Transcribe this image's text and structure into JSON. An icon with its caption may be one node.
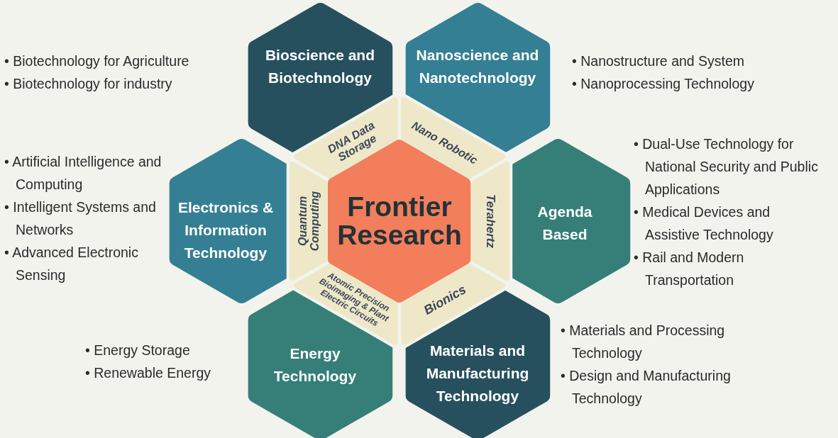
{
  "diagram": {
    "nodes": [
      {
        "text": [
          "Bioscience and Biotechnology"
        ],
        "beside": [
          "• Biotechnology for Agriculture",
          "• Biotechnology for industry"
        ]
      },
      {
        "text": [
          "Nanoscience and Nanotechnology"
        ],
        "beside": [
          "• Nanostructure and System",
          "• Nanoprocessing Technology"
        ]
      },
      {
        "text": [
          "Electronics & Information Technology"
        ],
        "beside": [
          "• Artificial Intelligence and Computing",
          "• Intelligent Systems and Networks",
          "• Advanced Electronic Sensing"
        ]
      },
      {
        "text": [
          "Agenda Based"
        ],
        "beside": [
          "• Dual-Use Technology for National Security and Public Applications",
          "• Medical Devices and Assistive Technology",
          "• Rail and Modern Transportation"
        ]
      },
      {
        "text": [
          "Energy Technology"
        ],
        "beside": [
          "• Energy Storage",
          "• Renewable Energy"
        ]
      },
      {
        "text": [
          "Materials and Manufacturing Technology"
        ],
        "beside": [
          "• Materials and Processing Technology",
          "• Design and Manufacturing Technology"
        ]
      },
      {
        "text": [
          "Frontier Research"
        ]
      },
      {
        "text": [
          "DNA Data Storage"
        ]
      },
      {
        "text": [
          "Nano Robotic"
        ]
      },
      {
        "text": [
          "Terahertz"
        ]
      },
      {
        "text": [
          "Bionics"
        ]
      },
      {
        "text": [
          "Atomic Precision Bioimaging & Plant Electric Circuits"
        ]
      },
      {
        "text": [
          "Quantum Computing"
        ]
      }
    ]
  }
}
